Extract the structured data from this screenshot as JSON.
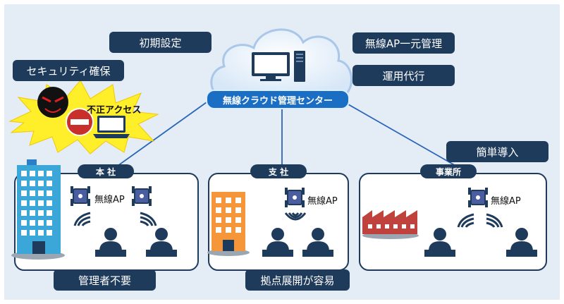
{
  "cloud": {
    "center_label": "無線クラウド管理センター"
  },
  "callouts": {
    "initial_setup": "初期設定",
    "central_mgmt": "無線AP一元管理",
    "outsourcing": "運用代行",
    "security": "セキュリティ確保",
    "easy_intro": "簡単導入",
    "no_admin": "管理者不要",
    "easy_expand": "拠点展開が容易"
  },
  "threat": {
    "label": "不正アクセス"
  },
  "locations": {
    "hq": {
      "label": "本 社",
      "ap_label": "無線AP"
    },
    "branch": {
      "label": "支 社",
      "ap_label": "無線AP"
    },
    "office": {
      "label": "事業所",
      "ap_label": "無線AP"
    }
  },
  "colors": {
    "navy": "#1f3b5c",
    "blue": "#1a6fc4",
    "bg": "#e4ecf6",
    "burst": "#ffef2a",
    "orange": "#f5963a",
    "factory": "#c0423c",
    "building": "#3aa7d8"
  }
}
